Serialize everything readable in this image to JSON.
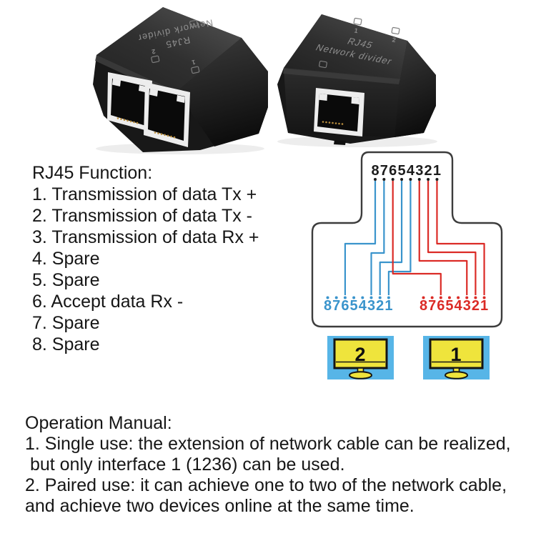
{
  "devices": {
    "left": {
      "line1": "RJ45",
      "line2": "Network divider",
      "port_label_1": "1",
      "port_label_2": "2"
    },
    "right": {
      "line1": "RJ45",
      "line2": "Network divider",
      "port_label_1": "1",
      "port_label_2": "2"
    }
  },
  "function_list": {
    "title": "RJ45 Function:",
    "items": [
      "1. Transmission of data Tx +",
      "2. Transmission of data Tx -",
      "3. Transmission of data Rx +",
      "4. Spare",
      "5. Spare",
      "6. Accept data Rx -",
      "7. Spare",
      "8. Spare"
    ]
  },
  "diagram": {
    "top_pins": [
      "8",
      "7",
      "6",
      "5",
      "4",
      "3",
      "2",
      "1"
    ],
    "bottom_left_pins": [
      "8",
      "7",
      "6",
      "5",
      "4",
      "3",
      "2",
      "1"
    ],
    "bottom_right_pins": [
      "8",
      "7",
      "6",
      "5",
      "4",
      "3",
      "2",
      "1"
    ],
    "connections": {
      "blue": [
        {
          "from": "8",
          "to": "6"
        },
        {
          "from": "7",
          "to": "3"
        },
        {
          "from": "5",
          "to": "2"
        },
        {
          "from": "4",
          "to": "1"
        }
      ],
      "red": [
        {
          "from": "6",
          "to": "6"
        },
        {
          "from": "3",
          "to": "3"
        },
        {
          "from": "2",
          "to": "2"
        },
        {
          "from": "1",
          "to": "1"
        }
      ]
    },
    "colors": {
      "blue": "#3a94cc",
      "red": "#db2b26",
      "outline": "#3c3c3c",
      "monitor_bg": "#57b5e7",
      "monitor_screen": "#efe43c"
    },
    "monitors": [
      {
        "label": "2"
      },
      {
        "label": "1"
      }
    ]
  },
  "manual": {
    "title": "Operation Manual:",
    "lines": [
      "1. Single use: the extension of network cable can be realized,",
      " but only interface 1 (1236) can be used.",
      "2. Paired use: it can achieve one to two of the network cable,",
      "and achieve two devices online at the same time."
    ]
  }
}
